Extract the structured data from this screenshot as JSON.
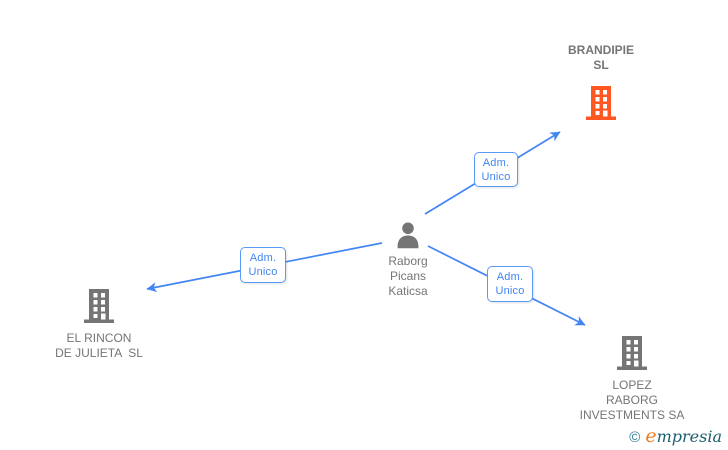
{
  "diagram": {
    "person": {
      "name_line1": "Raborg",
      "name_line2": "Picans",
      "name_line3": "Katicsa",
      "full_name": "Raborg Picans Katicsa"
    },
    "companies": [
      {
        "name_line1": "BRANDIPIE",
        "name_line2": "SL",
        "full_name": "BRANDIPIE SL",
        "highlighted": true
      },
      {
        "name_line1": "EL RINCON",
        "name_line2": "DE JULIETA  SL",
        "full_name": "EL RINCON DE JULIETA SL",
        "highlighted": false
      },
      {
        "name_line1": "LOPEZ",
        "name_line2": "RABORG",
        "name_line3": "INVESTMENTS SA",
        "full_name": "LOPEZ RABORG INVESTMENTS SA",
        "highlighted": false
      }
    ],
    "edges": [
      {
        "from": "Raborg Picans Katicsa",
        "to": "BRANDIPIE SL",
        "label_line1": "Adm.",
        "label_line2": "Unico"
      },
      {
        "from": "Raborg Picans Katicsa",
        "to": "EL RINCON DE JULIETA SL",
        "label_line1": "Adm.",
        "label_line2": "Unico"
      },
      {
        "from": "Raborg Picans Katicsa",
        "to": "LOPEZ RABORG INVESTMENTS SA",
        "label_line1": "Adm.",
        "label_line2": "Unico"
      }
    ]
  },
  "watermark": {
    "copyright_symbol": "©",
    "brand_initial": "e",
    "brand_rest": "mpresia",
    "brand_full": "empresia"
  },
  "colors": {
    "edge_blue": "#4285f4",
    "node_gray": "#757575",
    "highlight_orange": "#ff5722",
    "watermark_teal": "#19606f",
    "watermark_orange": "#ef7d23"
  }
}
